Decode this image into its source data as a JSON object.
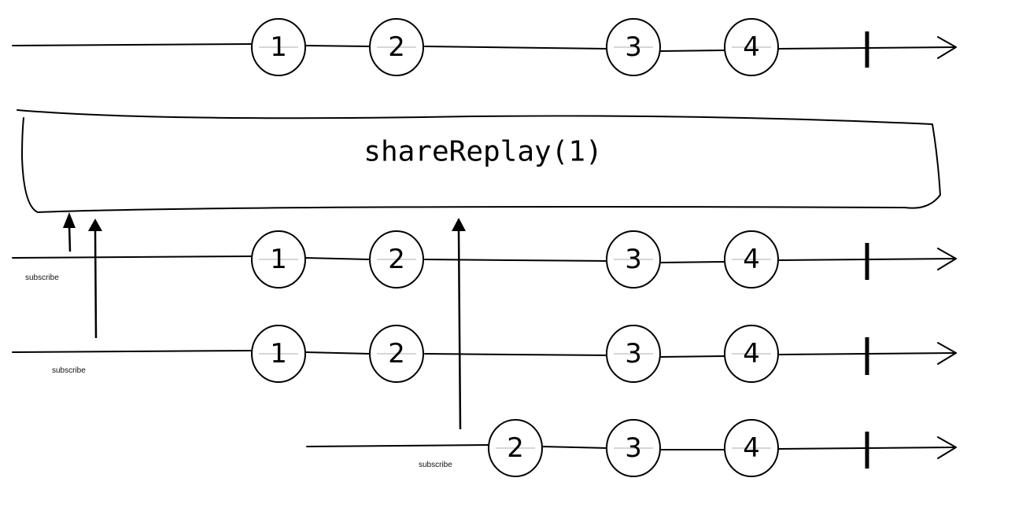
{
  "operator": {
    "label": "shareReplay(1)"
  },
  "source": {
    "marbles": [
      "1",
      "2",
      "3",
      "4"
    ]
  },
  "subscribers": [
    {
      "subscribe_label": "subscribe",
      "marbles": [
        "1",
        "2",
        "3",
        "4"
      ]
    },
    {
      "subscribe_label": "subscribe",
      "marbles": [
        "1",
        "2",
        "3",
        "4"
      ]
    },
    {
      "subscribe_label": "subscribe",
      "marbles": [
        "2",
        "3",
        "4"
      ]
    }
  ]
}
